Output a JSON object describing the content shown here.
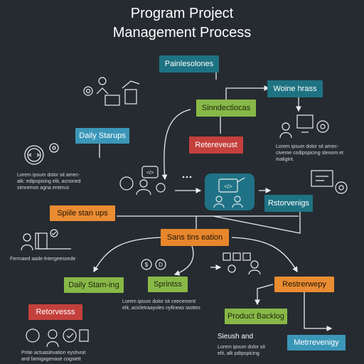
{
  "title": {
    "line1": "Program Project",
    "line2": "Management Process"
  },
  "boxes": {
    "painlesolones": "Painlesolones",
    "woine_hrass": "Woine hrass",
    "sinndectiocas": "Sinndectiocas",
    "retereveust": "Retereveust",
    "daily_starups": "Daily Starups",
    "rstorvenigs": "Rstorvenigs",
    "spiile_stan_ups": "Spiile stan ups",
    "sans_tins_eation": "Sans tins eation",
    "daily_stam_ing": "Daily Stam-ing",
    "sprintss": "Sprintss",
    "restrerwepy": "Restrerwepy",
    "retorvesss": "Retorvesss",
    "product_backlog": "Product Backlog",
    "metrrevenigy": "Metrrevenigy"
  },
  "notes": {
    "right_top": [
      "Lorem ipsum dolor sit amec-",
      "civeme codipspicing slenom et",
      "inaligint."
    ],
    "left_mid": [
      "Lorem ipsum dolor sit amec-",
      "alk: edipspising elit, acnoned",
      "simnenon agna enterus"
    ],
    "left_low": "Ferrnaed aade-lntergeessede",
    "center_low": [
      "Lorem ipsum dolor sit ceecement",
      "elit, acicletraayoles nyfineas tasttes"
    ],
    "bottom_left": [
      "Pritie actuaslevation eyshvoit",
      "and famigagenase cogsiett"
    ],
    "bottom_center_heading": "Sieush and",
    "bottom_center": [
      "Lorem ipsum dolor sit",
      "elit, alk pdipspicing"
    ]
  },
  "icons": {
    "coin_a": "$",
    "coin_b": "D",
    "code": "</>",
    "hub_code": "</>"
  },
  "colors": {
    "background": "#262b31",
    "teal": "#1e7383",
    "blue": "#3b97b8",
    "green": "#88b847",
    "red": "#c4403c",
    "orange": "#ea8c32",
    "line": "#e9ecef"
  }
}
